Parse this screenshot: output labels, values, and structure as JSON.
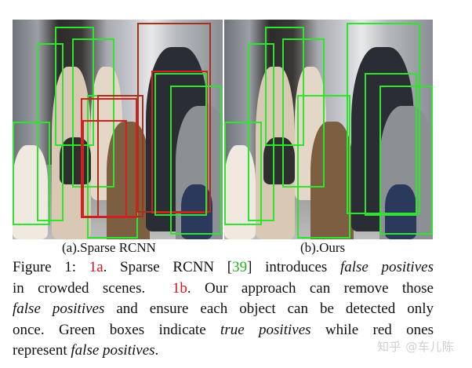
{
  "figure": {
    "subfigures": [
      {
        "label": "(a).Sparse RCNN",
        "box_legend": "green = true positive, red = false positive"
      },
      {
        "label": "(b).Ours"
      }
    ],
    "caption": {
      "prefix": "Figure 1: ",
      "ref_1a": "1a",
      "seg1": ". Sparse RCNN [",
      "cite": "39",
      "seg2": "] introduces ",
      "fp1": "false positives",
      "line2a": "in crowded scenes. ",
      "ref_1b": "1b",
      "line2b": ". Our approach can remove those",
      "fp2": "false positives",
      "line3b": " and ensure each object can be detected only",
      "line4a": "once. Green boxes indicate ",
      "tp": "true positives",
      "line4b": " while red ones",
      "line5a": "represent ",
      "fp3": "false positives",
      "line5b": "."
    },
    "colors": {
      "true_positive": "#2ee52e",
      "false_positive": "#d21f1f",
      "ref": "#d0161e",
      "cite": "#1fb41f"
    }
  },
  "watermark": "知乎 @车儿陈"
}
